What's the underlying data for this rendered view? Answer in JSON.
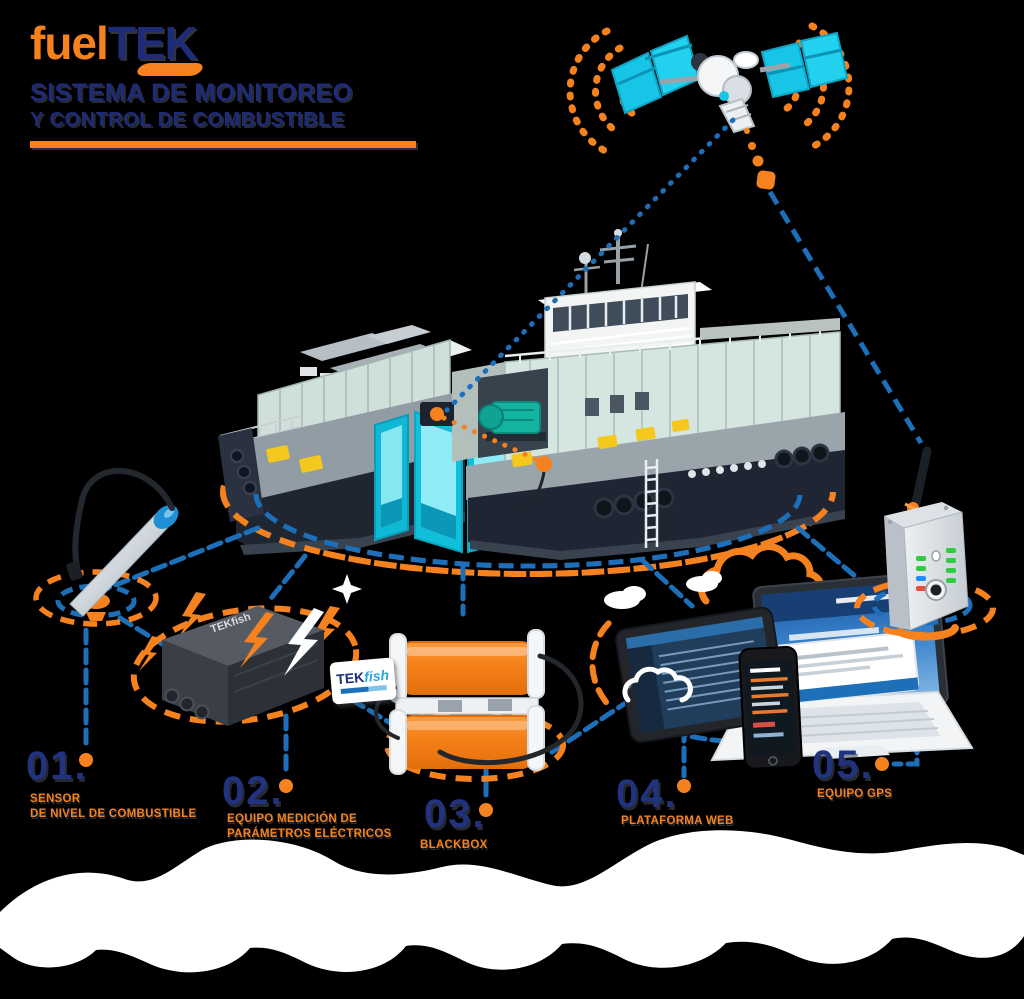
{
  "logo": {
    "brand_fuel": "fuel",
    "brand_tek": "TEK",
    "subtitle1": "SISTEMA DE MONITOREO",
    "subtitle2": "Y CONTROL DE COMBUSTIBLE"
  },
  "tekfish_card": {
    "brand_tek": "TEK",
    "brand_fish": "fish"
  },
  "battery_brand": "TEKfish",
  "items": [
    {
      "num": "01.",
      "line1": "SENSOR",
      "line2": "DE NIVEL DE COMBUSTIBLE"
    },
    {
      "num": "02.",
      "line1": "EQUIPO MEDICIÓN DE",
      "line2": "PARÁMETROS ELÉCTRICOS"
    },
    {
      "num": "03.",
      "line1": "BLACKBOX",
      "line2": ""
    },
    {
      "num": "04.",
      "line1": "PLATAFORMA WEB",
      "line2": ""
    },
    {
      "num": "05.",
      "line1": "EQUIPO GPS",
      "line2": ""
    }
  ],
  "colors": {
    "orange": "#F6821F",
    "navy": "#1E2B78",
    "line_blue": "#1C6FB8",
    "cyan": "#12C2DC"
  }
}
